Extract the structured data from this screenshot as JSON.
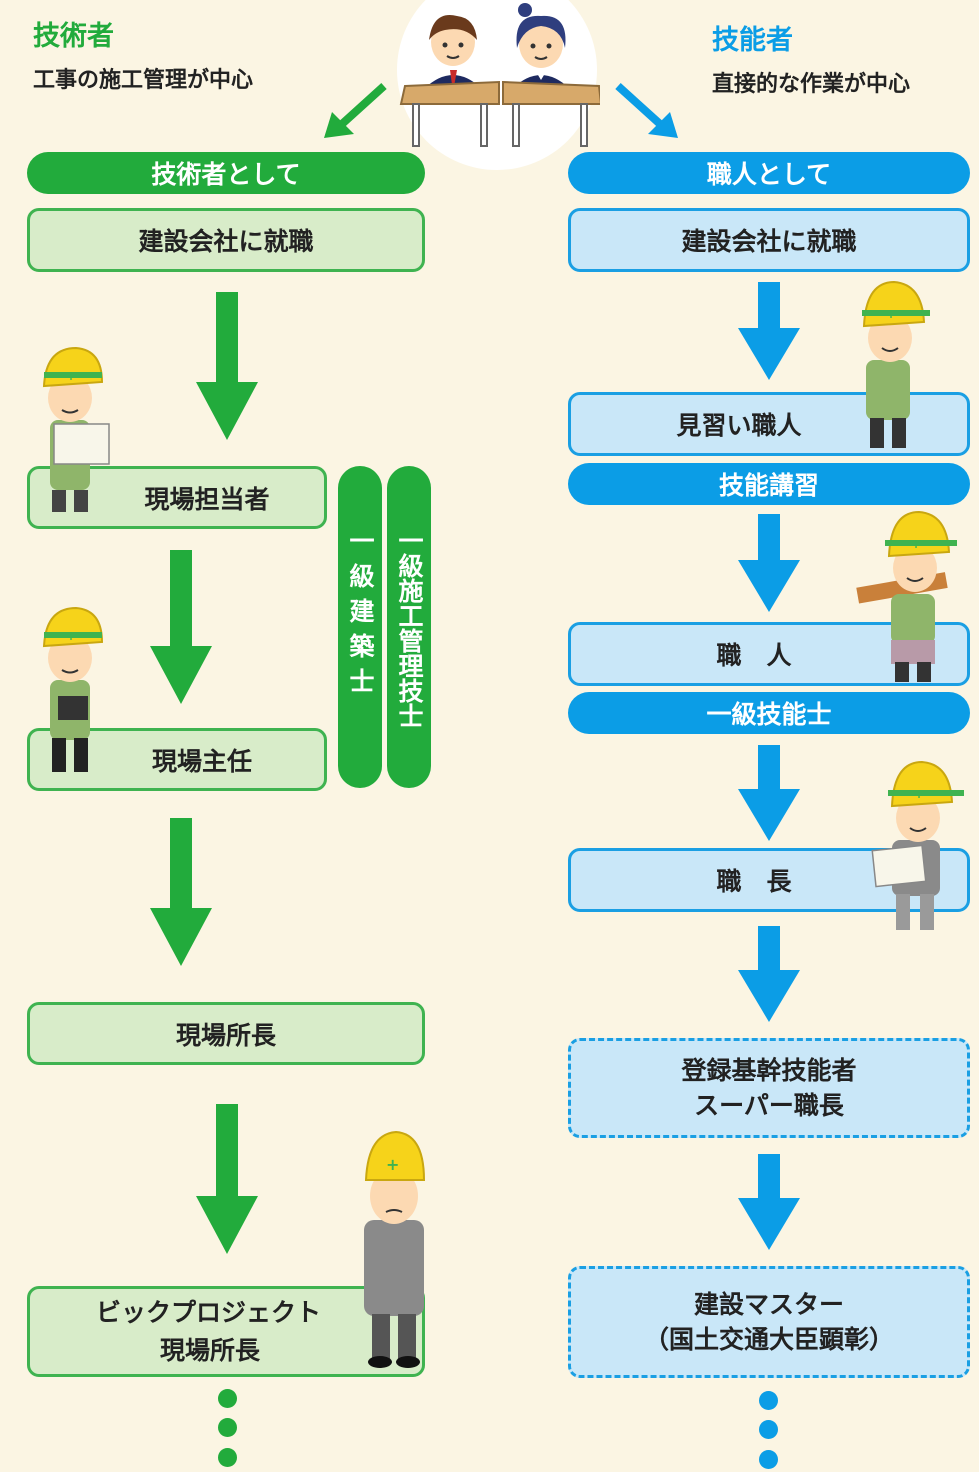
{
  "colors": {
    "background": "#fbf5e3",
    "engineer_accent": "#22ab3c",
    "craftsman_accent": "#0b9de6",
    "engineer_box": "#d8ecc9",
    "craftsman_box": "#c9e7f8"
  },
  "left": {
    "category": "技術者",
    "description": "工事の施工管理が中心",
    "header": "技術者として",
    "steps": [
      "建設会社に就職",
      "現場担当者",
      "現場主任",
      "現場所長",
      "ビックプロジェクト",
      "現場所長"
    ],
    "qualifications": [
      "一級建築士",
      "一級施工管理技士"
    ]
  },
  "right": {
    "category": "技能者",
    "description": "直接的な作業が中心",
    "header": "職人として",
    "steps": [
      "建設会社に就職",
      "見習い職人",
      "職　人",
      "職　長",
      "登録基幹技能者",
      "スーパー職長",
      "建設マスター",
      "（国土交通大臣顕彰）"
    ],
    "qualifications": [
      "技能講習",
      "一級技能士"
    ]
  }
}
